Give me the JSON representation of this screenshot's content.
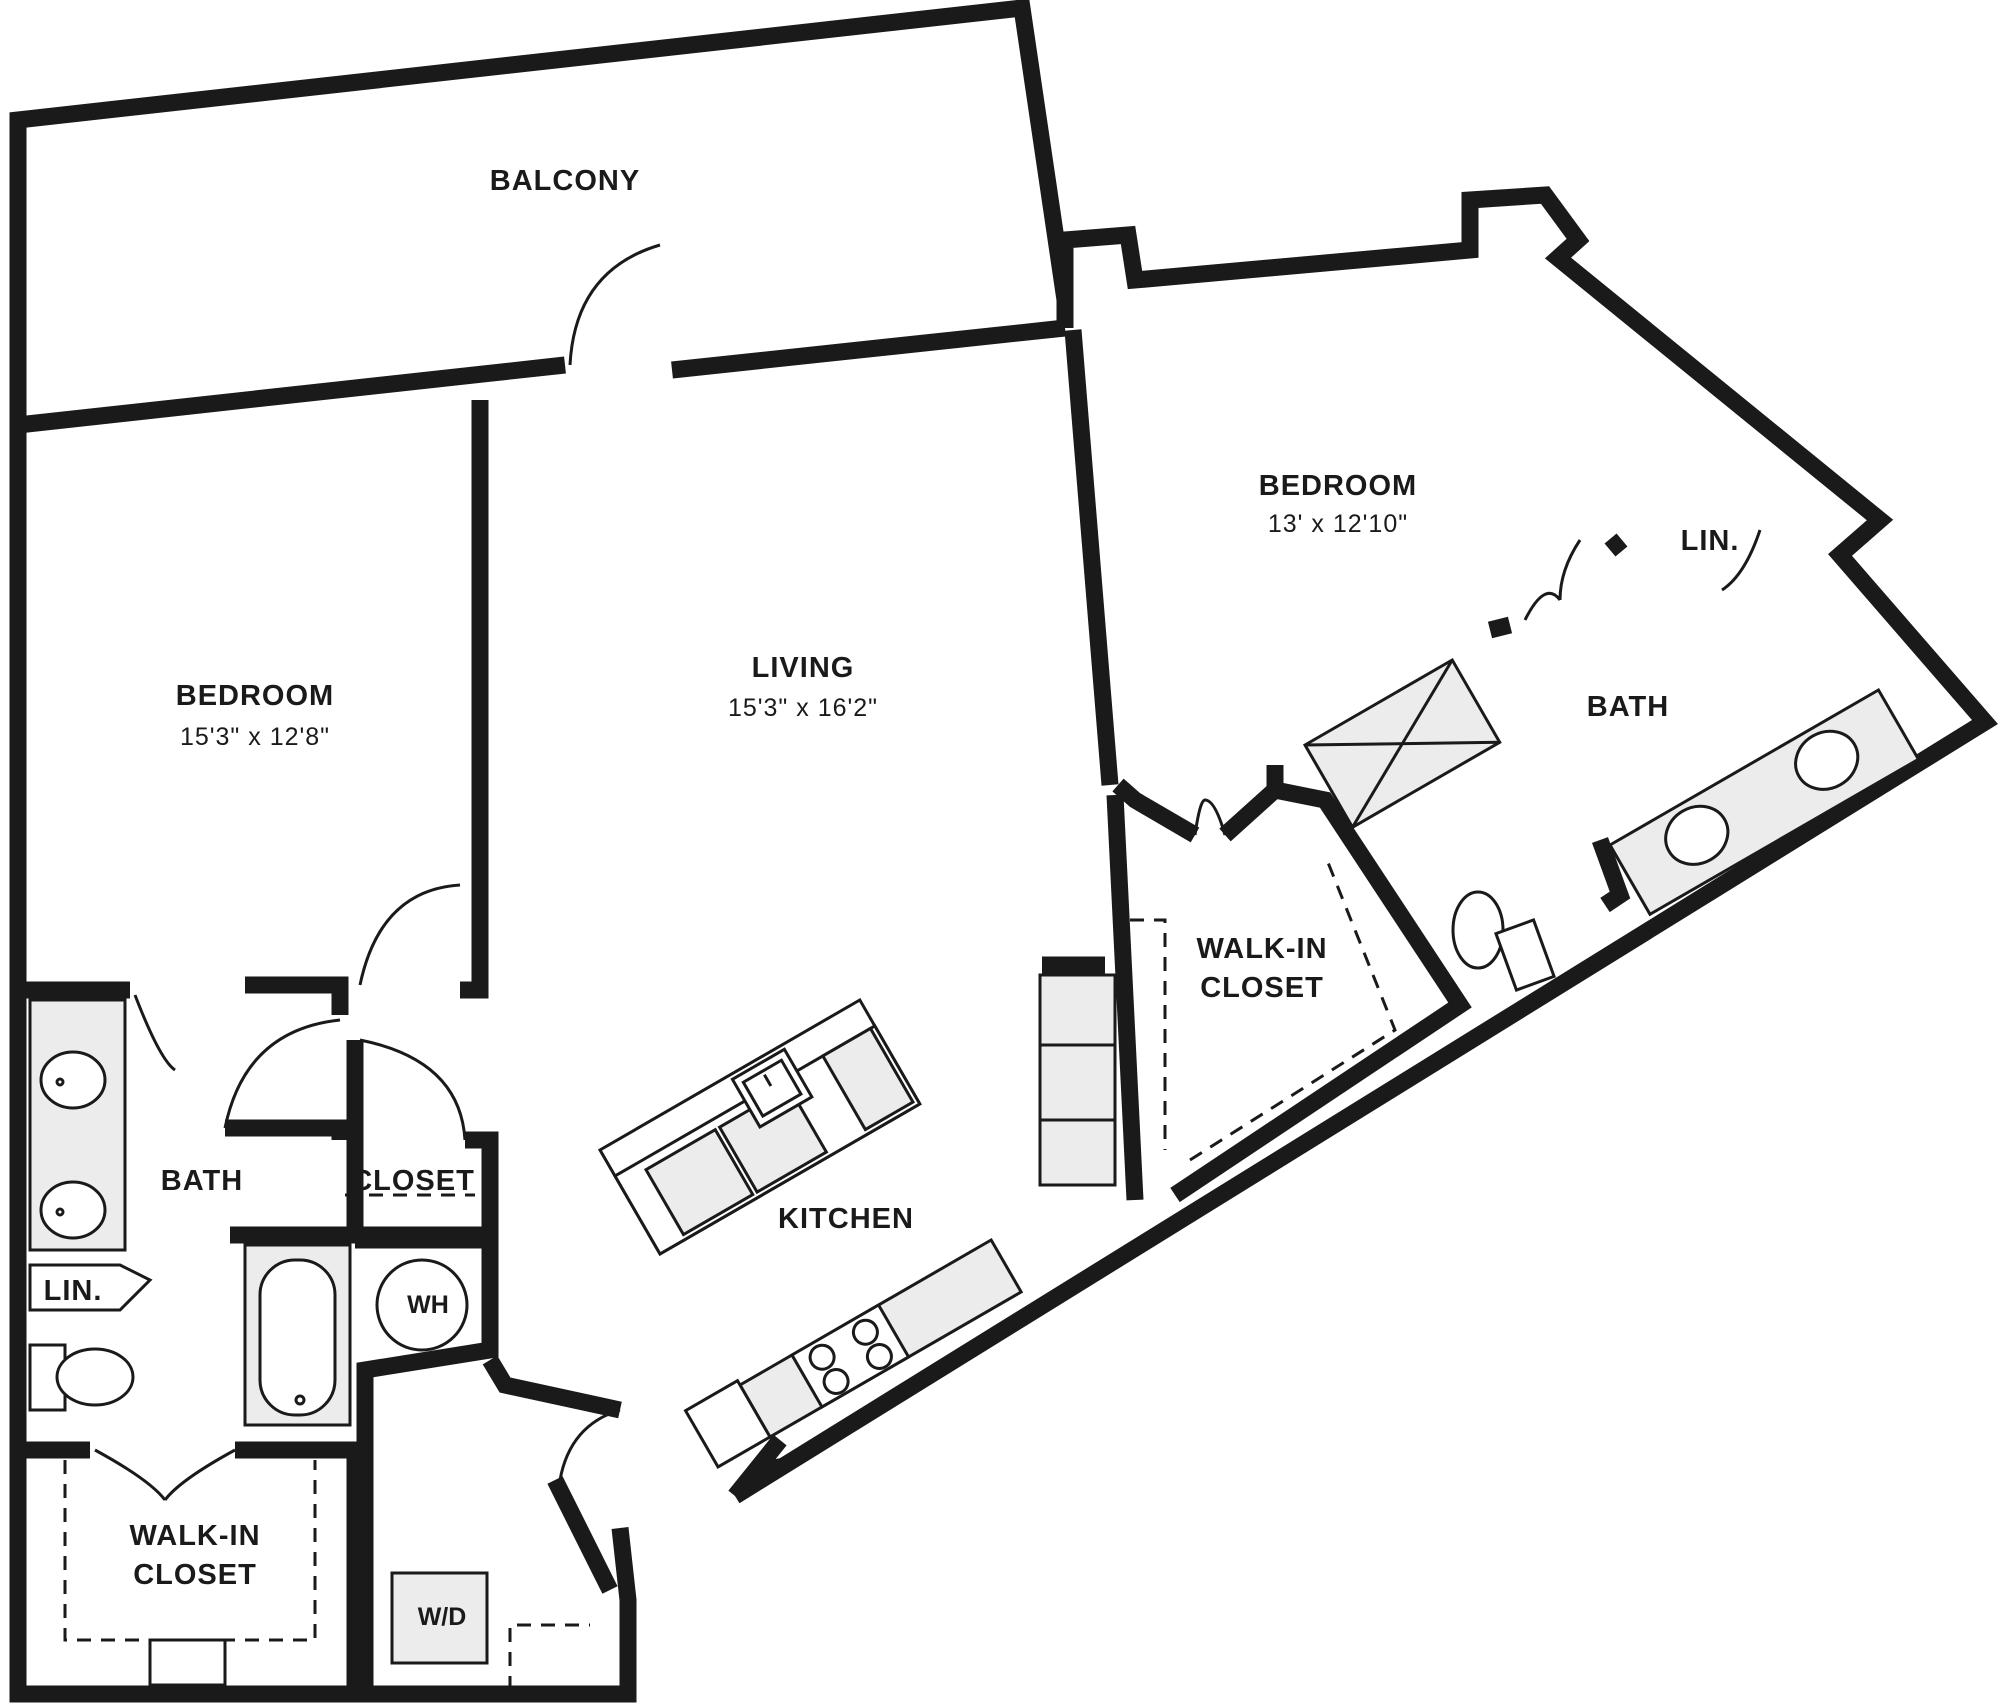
{
  "rooms": {
    "balcony": {
      "label": "BALCONY"
    },
    "bedroom_left": {
      "label": "BEDROOM",
      "dimensions": "15'3\" x 12'8\""
    },
    "living": {
      "label": "LIVING",
      "dimensions": "15'3\" x 16'2\""
    },
    "bedroom_right": {
      "label": "BEDROOM",
      "dimensions": "13' x 12'10\""
    },
    "bath_left": {
      "label": "BATH"
    },
    "bath_right": {
      "label": "BATH"
    },
    "closet": {
      "label": "CLOSET"
    },
    "kitchen": {
      "label": "KITCHEN"
    },
    "walkin_left": {
      "line1": "WALK-IN",
      "line2": "CLOSET"
    },
    "walkin_right": {
      "line1": "WALK-IN",
      "line2": "CLOSET"
    },
    "linen_left": {
      "label": "LIN."
    },
    "linen_right": {
      "label": "LIN."
    }
  },
  "appliances": {
    "water_heater": "WH",
    "washer_dryer": "W/D"
  }
}
